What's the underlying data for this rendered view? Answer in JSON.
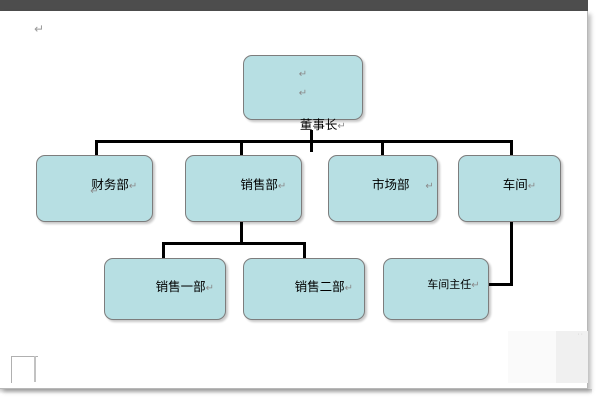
{
  "window": {
    "toolbar_color": "#4d4d4d",
    "page_background": "#ffffff"
  },
  "document": {
    "paragraph_mark": "↵",
    "top_paragraph_mark": "↵"
  },
  "chart_style": {
    "node_fill": "#b7dfe3",
    "node_border": "#7d7d7d",
    "connector_color": "#000000"
  },
  "org_chart": {
    "title_node": {
      "label": "董事长",
      "mark": "↵",
      "blank_lines": [
        "↵",
        "↵"
      ]
    },
    "level2": [
      {
        "label": "财务部",
        "mark": "↵",
        "extra_line": "↵",
        "align": "center"
      },
      {
        "label": "销售部",
        "mark": "↵",
        "extra_line": "",
        "align": "center"
      },
      {
        "label": "市场部",
        "mark": "↵",
        "extra_line": "",
        "align": "center",
        "spacer": "    "
      },
      {
        "label": "车间",
        "mark": "↵",
        "extra_line": "",
        "align": "left"
      }
    ],
    "level3": [
      {
        "label": "销售一部",
        "mark": "↵",
        "parent": "销售部"
      },
      {
        "label": "销售二部",
        "mark": "↵",
        "parent": "销售部"
      },
      {
        "label": "车间主任",
        "mark": "↵",
        "parent": "车间"
      }
    ]
  }
}
